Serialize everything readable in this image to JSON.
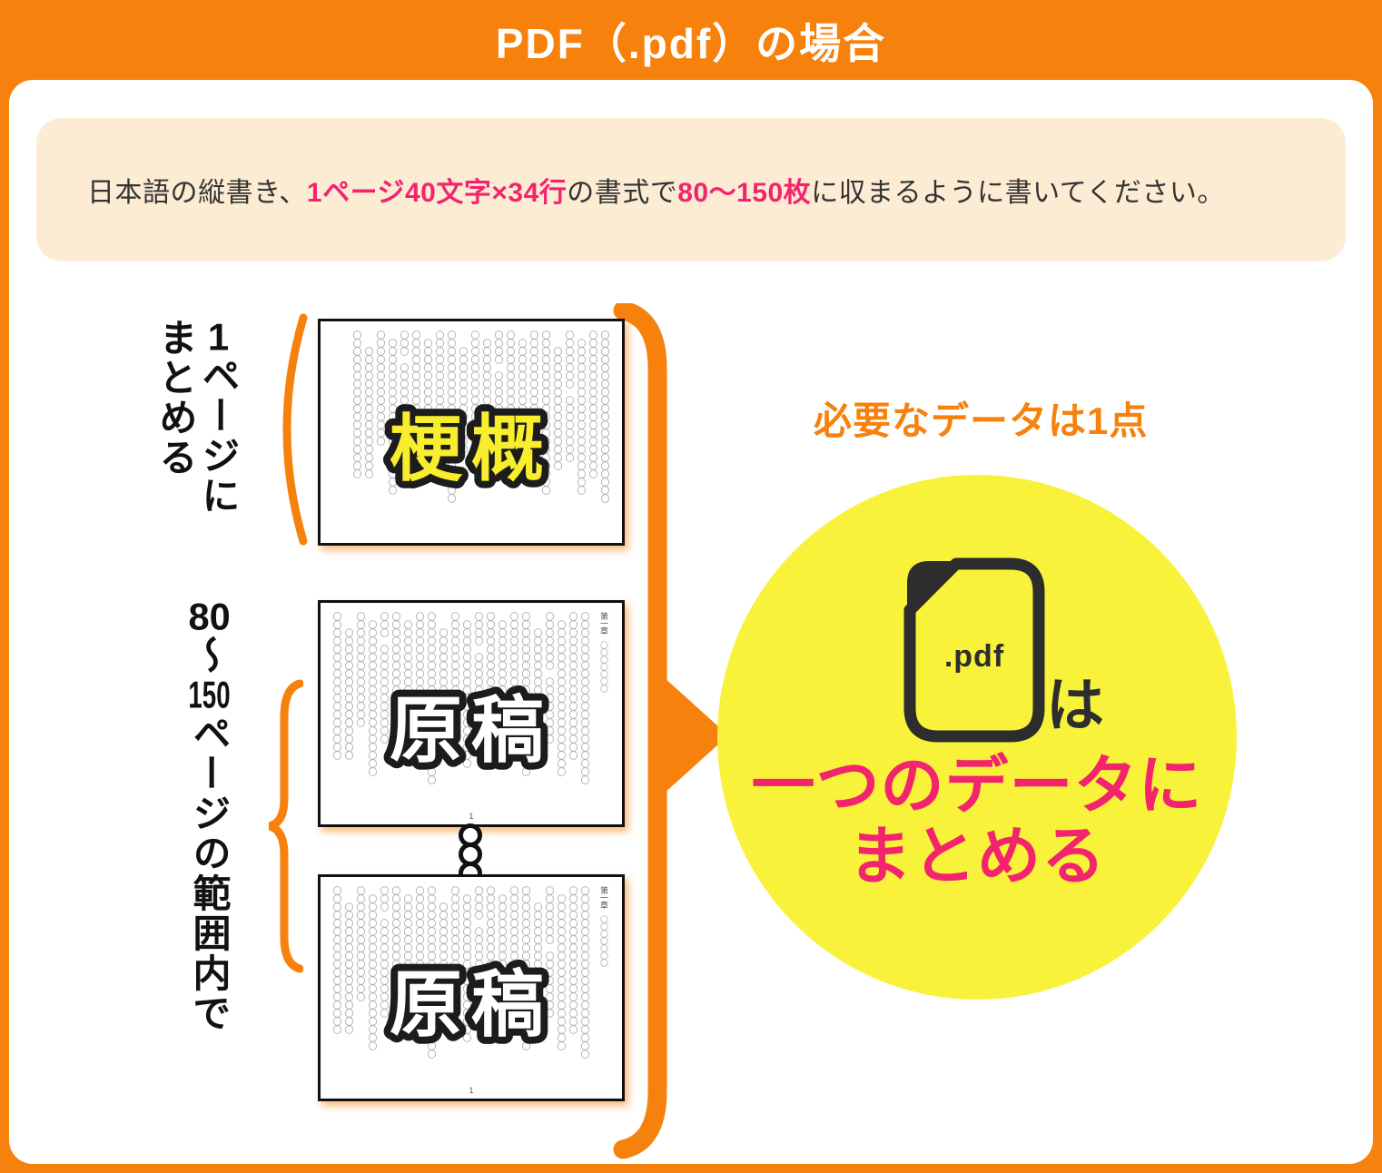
{
  "header": {
    "title": "PDF（.pdf）の場合"
  },
  "note": {
    "segments": [
      {
        "text": "日本語の縦書き、",
        "highlight": false
      },
      {
        "text": "1ページ40文字×34行",
        "highlight": true
      },
      {
        "text": "の書式で",
        "highlight": false
      },
      {
        "text": "80〜150枚",
        "highlight": true
      },
      {
        "text": "に収まるように書いてください。",
        "highlight": false
      }
    ]
  },
  "diagram": {
    "group1_segments": [
      {
        "t": "1",
        "tcy": true
      },
      {
        "t": "ページにまとめる",
        "tcy": false
      }
    ],
    "group2_segments": [
      {
        "t": "80",
        "tcy": true
      },
      {
        "t": "〜",
        "tcy": false
      },
      {
        "t": "150",
        "tcy": true
      },
      {
        "t": "ページの範囲内で",
        "tcy": false
      }
    ],
    "doc1": {
      "title": "梗概"
    },
    "doc2": {
      "title": "原稿",
      "page_no": "1"
    },
    "doc3": {
      "title": "原稿",
      "page_no": "1"
    },
    "chapter_label": "第一章",
    "chapter_rings": "〇〇〇〇〇〇〇",
    "page_fill_columns": [
      "〇〇〇〇〇〇〇〇〇〇〇〇〇〇〇〇〇〇〇〇〇",
      "〇〇〇〇〇〇〇〇〇〇〇〇〇〇〇〇〇〇",
      "　〇〇〇〇〇〇〇〇〇〇〇〇〇〇〇〇〇〇〇",
      "〇〇〇〇〇〇〇　〇〇〇〇〇〇〇〇",
      "　　〇〇〇〇〇〇〇〇〇〇〇〇〇〇〇",
      "〇〇〇〇〇〇〇〇〇〇〇〇〇〇〇〇〇〇〇〇",
      "〇〇〇〇〇〇〇〇〇〇〇〇〇",
      "　〇〇〇〇〇〇〇〇〇〇〇〇〇〇〇〇〇",
      "〇〇〇〇〇〇〇〇〇〇〇〇〇〇〇〇〇〇〇",
      "〇〇〇〇　〇〇〇〇〇〇〇〇〇〇",
      "　〇〇〇〇〇〇〇〇〇〇〇〇〇〇〇〇〇〇",
      "〇〇〇〇〇〇〇〇〇〇〇〇〇〇〇〇",
      "　　〇〇〇〇〇〇〇〇〇〇〇〇〇",
      "〇〇〇〇〇〇〇〇〇〇〇〇〇〇〇〇〇〇〇〇〇",
      "〇〇〇〇〇〇〇〇〇〇〇",
      "　〇〇〇〇〇〇〇〇〇〇〇〇〇〇〇",
      "〇〇〇〇〇〇〇〇〇〇〇〇〇〇〇〇〇〇",
      "〇〇〇　〇〇〇〇〇〇〇〇〇〇〇〇",
      "　〇〇〇〇〇〇〇〇〇〇〇〇〇〇〇〇〇〇〇",
      "〇〇〇〇〇〇〇〇〇〇〇〇〇〇",
      "　　〇〇〇〇〇〇〇〇〇〇〇〇〇〇〇〇",
      "〇〇〇〇〇〇〇〇〇〇〇〇〇〇〇〇〇〇"
    ]
  },
  "result": {
    "caption": "必要なデータは1点",
    "file_icon_label": ".pdf",
    "particle": "は",
    "line1": "一つのデータに",
    "line2": "まとめる"
  },
  "colors": {
    "accent_orange": "#F6820D",
    "highlight_pink": "#F2246E",
    "circle_yellow": "#F8F23B",
    "note_cream": "#FCECD3",
    "synopsis_yellow": "#F8EE2D",
    "icon_dark": "#2D2D2D",
    "ink_black": "#111111",
    "fill_gray": "#A9A9A9"
  }
}
